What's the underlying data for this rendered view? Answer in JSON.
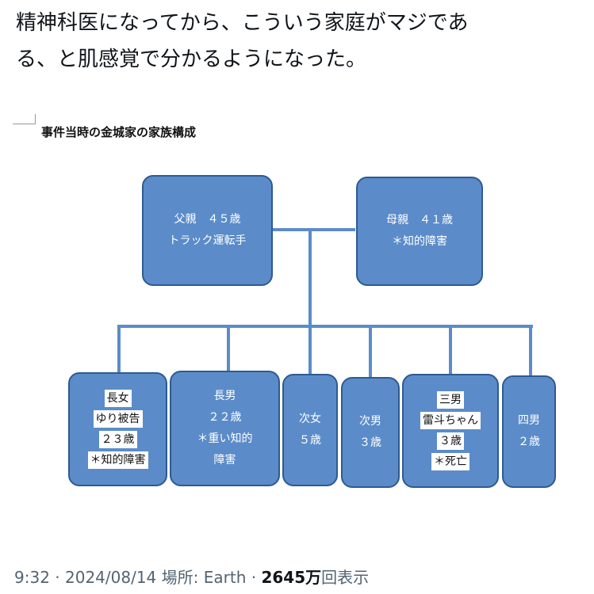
{
  "post": {
    "line1": "精神科医になってから、こういう家庭がマジであ",
    "line2": "る、と肌感覚で分かるようになった。"
  },
  "chart_data": {
    "type": "diagram",
    "title": "事件当時の金城家の家族構成",
    "parents": [
      {
        "lines": [
          "父親　４５歳",
          "トラック運転手"
        ]
      },
      {
        "lines": [
          "母親　４１歳",
          "＊知的障害"
        ]
      }
    ],
    "children": [
      {
        "lines": [
          "長女",
          "ゆり被告",
          "２３歳",
          "＊知的障害"
        ],
        "highlighted": true
      },
      {
        "lines": [
          "長男",
          "２２歳",
          "＊重い知的",
          "障害"
        ],
        "highlighted": false
      },
      {
        "lines": [
          "次女",
          "５歳"
        ],
        "highlighted": false
      },
      {
        "lines": [
          "次男",
          "３歳"
        ],
        "highlighted": false
      },
      {
        "lines": [
          "三男",
          "雷斗ちゃん",
          "３歳",
          "＊死亡"
        ],
        "highlighted": true
      },
      {
        "lines": [
          "四男",
          "２歳"
        ],
        "highlighted": false
      }
    ],
    "colors": {
      "box": "#5b8cc9",
      "border": "#2e5a92"
    }
  },
  "footer": {
    "time": "9:32",
    "sep1": " · ",
    "date": "2024/08/14",
    "location_label": " 場所: ",
    "location": "Earth",
    "sep2": " · ",
    "views": "2645万",
    "views_suffix": "回表示"
  }
}
